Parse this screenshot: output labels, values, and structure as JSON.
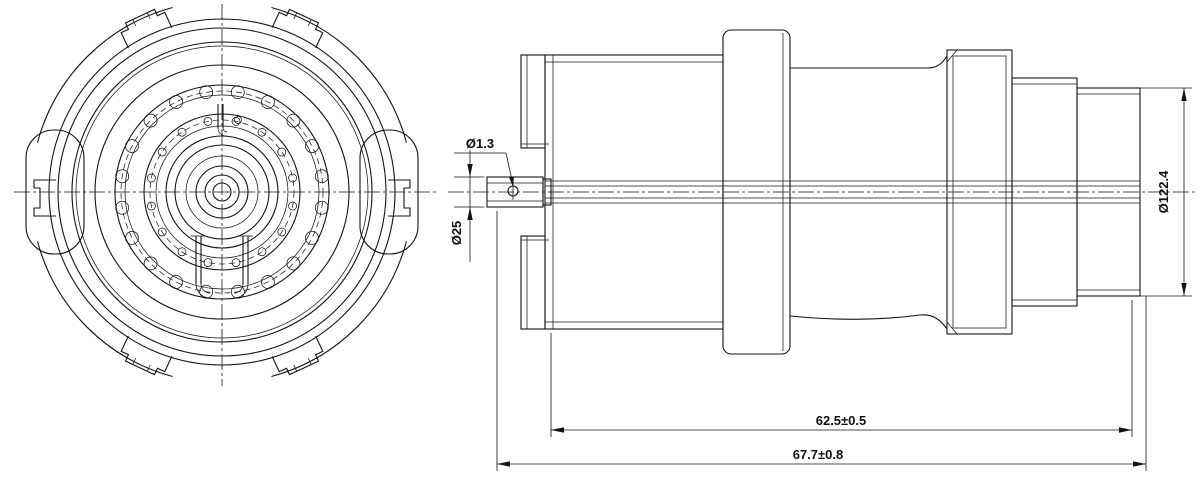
{
  "drawing": {
    "background_color": "#ffffff",
    "line_color": "#141414",
    "views": {
      "front_view_name": "front-view",
      "side_view_name": "side-view"
    },
    "dimensions": {
      "hole_leader": "Ø1.3",
      "stub_diameter": "Ø25",
      "right_diameter": "Ø122.4",
      "inner_width": "62.5±0.5",
      "overall_width": "67.7±0.8"
    }
  }
}
